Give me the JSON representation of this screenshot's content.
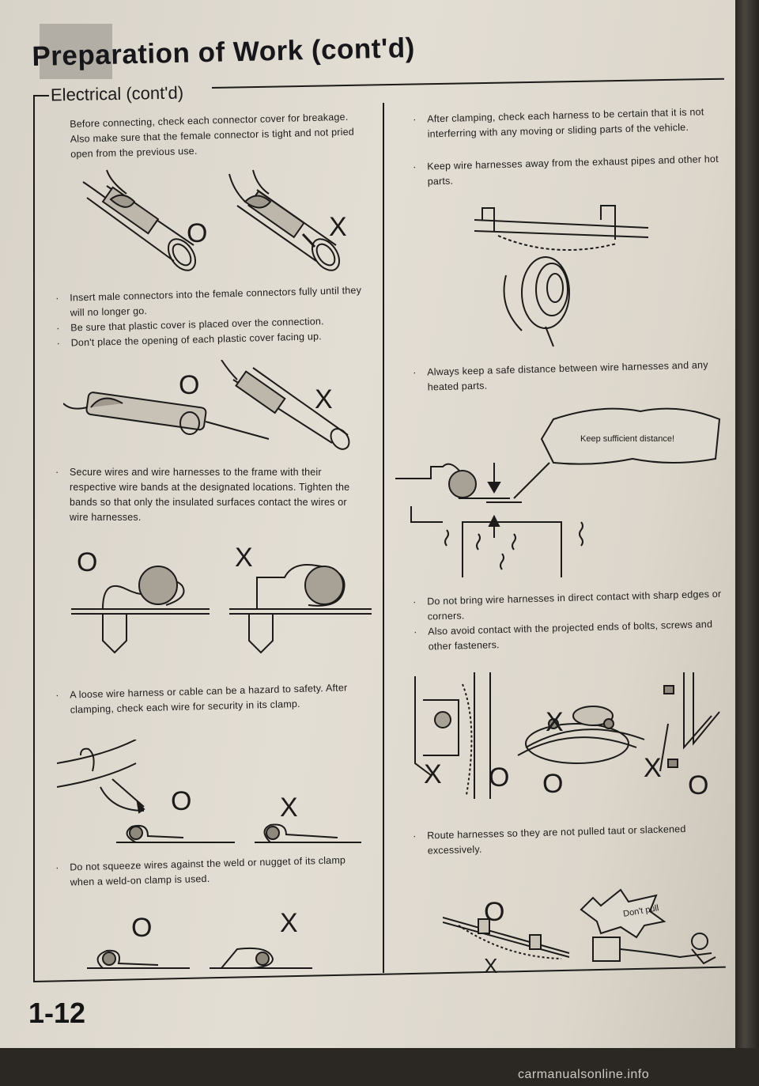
{
  "header": {
    "title": "Preparation of Work (cont'd)",
    "subtitle": "Electrical (cont'd)"
  },
  "left_column": {
    "p1": "Before connecting, check each connector cover for breakage. Also make sure that the female connector is tight and not pried open from the previous use.",
    "b1": [
      "Insert male connectors into the female connectors fully until they will no longer go.",
      "Be sure that plastic cover is placed over the connection.",
      "Don't place the opening of each plastic cover facing up."
    ],
    "b2": "Secure wires and wire harnesses to the frame with their respective wire bands at the designated locations. Tighten the bands so that only the insulated surfaces contact the wires or wire harnesses.",
    "b3": "A loose wire harness or cable can be a hazard to safety. After clamping, check each wire for security in its clamp.",
    "b4": "Do not squeeze wires against the weld or nugget of its clamp when a weld-on clamp is used."
  },
  "right_column": {
    "b1": "After clamping, check each harness to be certain that it is not interferring with any moving or sliding parts of the vehicle.",
    "b2": "Keep wire harnesses away from the exhaust pipes and other hot parts.",
    "b3": "Always keep a safe distance between wire harnesses and any heated parts.",
    "callout_distance": "Keep sufficient distance!",
    "b4": [
      "Do not bring wire harnesses in direct contact with sharp edges or corners.",
      "Also avoid contact with the projected ends of bolts, screws and other fasteners."
    ],
    "b5": "Route harnesses so they are not pulled taut or slackened excessively.",
    "callout_pull": "Don't pull"
  },
  "symbols": {
    "ok": "O",
    "ng": "X"
  },
  "footer": {
    "page_number": "1-12",
    "watermark": "carmanualsonline.info"
  }
}
